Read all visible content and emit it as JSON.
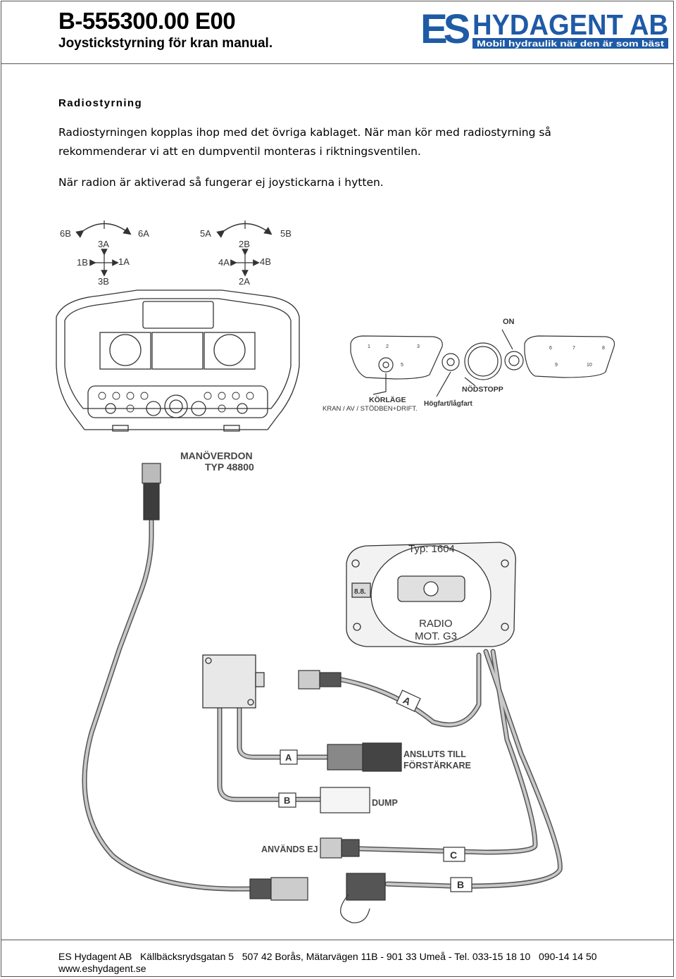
{
  "header": {
    "doc_id": "B-555300.00 E00",
    "doc_subtitle": "Joystickstyrning för kran manual.",
    "logo_mark": "ES",
    "logo_name": "HYDAGENT AB",
    "logo_tagline": "Mobil hydraulik när den är som bäst",
    "brand_color": "#1f5aa6"
  },
  "section": {
    "title": "Radiostyrning",
    "paragraph1": "Radiostyrningen kopplas ihop med det övriga kablaget. När man kör med radiostyrning så rekommenderar vi att en dumpventil monteras i riktningsventilen.",
    "paragraph2": "När radion är aktiverad så fungerar ej joystickarna i hytten."
  },
  "diagram": {
    "left_joystick": {
      "rot_left": "6B",
      "rot_right": "6A",
      "up": "3A",
      "down": "3B",
      "left": "1B",
      "right": "1A"
    },
    "right_joystick": {
      "rot_left": "5A",
      "rot_right": "5B",
      "up": "2B",
      "down": "2A",
      "left": "4A",
      "right": "4B"
    },
    "panel_labels": {
      "on": "ON",
      "nodstopp": "NÖDSTOPP",
      "korlage": "KÖRLÄGE",
      "korlage_sub": "KRAN / AV / STÖDBEN+DRIFT.",
      "hogfart": "Högfart/lågfart",
      "nums_left": [
        "1",
        "2",
        "3",
        "5"
      ],
      "nums_right": [
        "6",
        "7",
        "8",
        "9",
        "10"
      ]
    },
    "controller_line1": "MANÖVERDON",
    "controller_line2": "TYP 48800",
    "receiver_type": "Typ: 1604",
    "receiver_display": "8.8.",
    "receiver_line1": "RADIO",
    "receiver_line2": "MOT. G3",
    "cable_a": "A",
    "cable_b": "B",
    "cable_c": "C",
    "connect_line1": "ANSLUTS TILL",
    "connect_line2": "FÖRSTÄRKARE",
    "dump": "DUMP",
    "unused": "ANVÄNDS EJ"
  },
  "footer": {
    "line1": "ES Hydagent AB   Källbäcksrydsgatan 5   507 42 Borås, Mätarvägen 11B - 901 33 Umeå - Tel. 033-15 18 10   090-14 14 50",
    "line2": "www.eshydagent.se"
  }
}
